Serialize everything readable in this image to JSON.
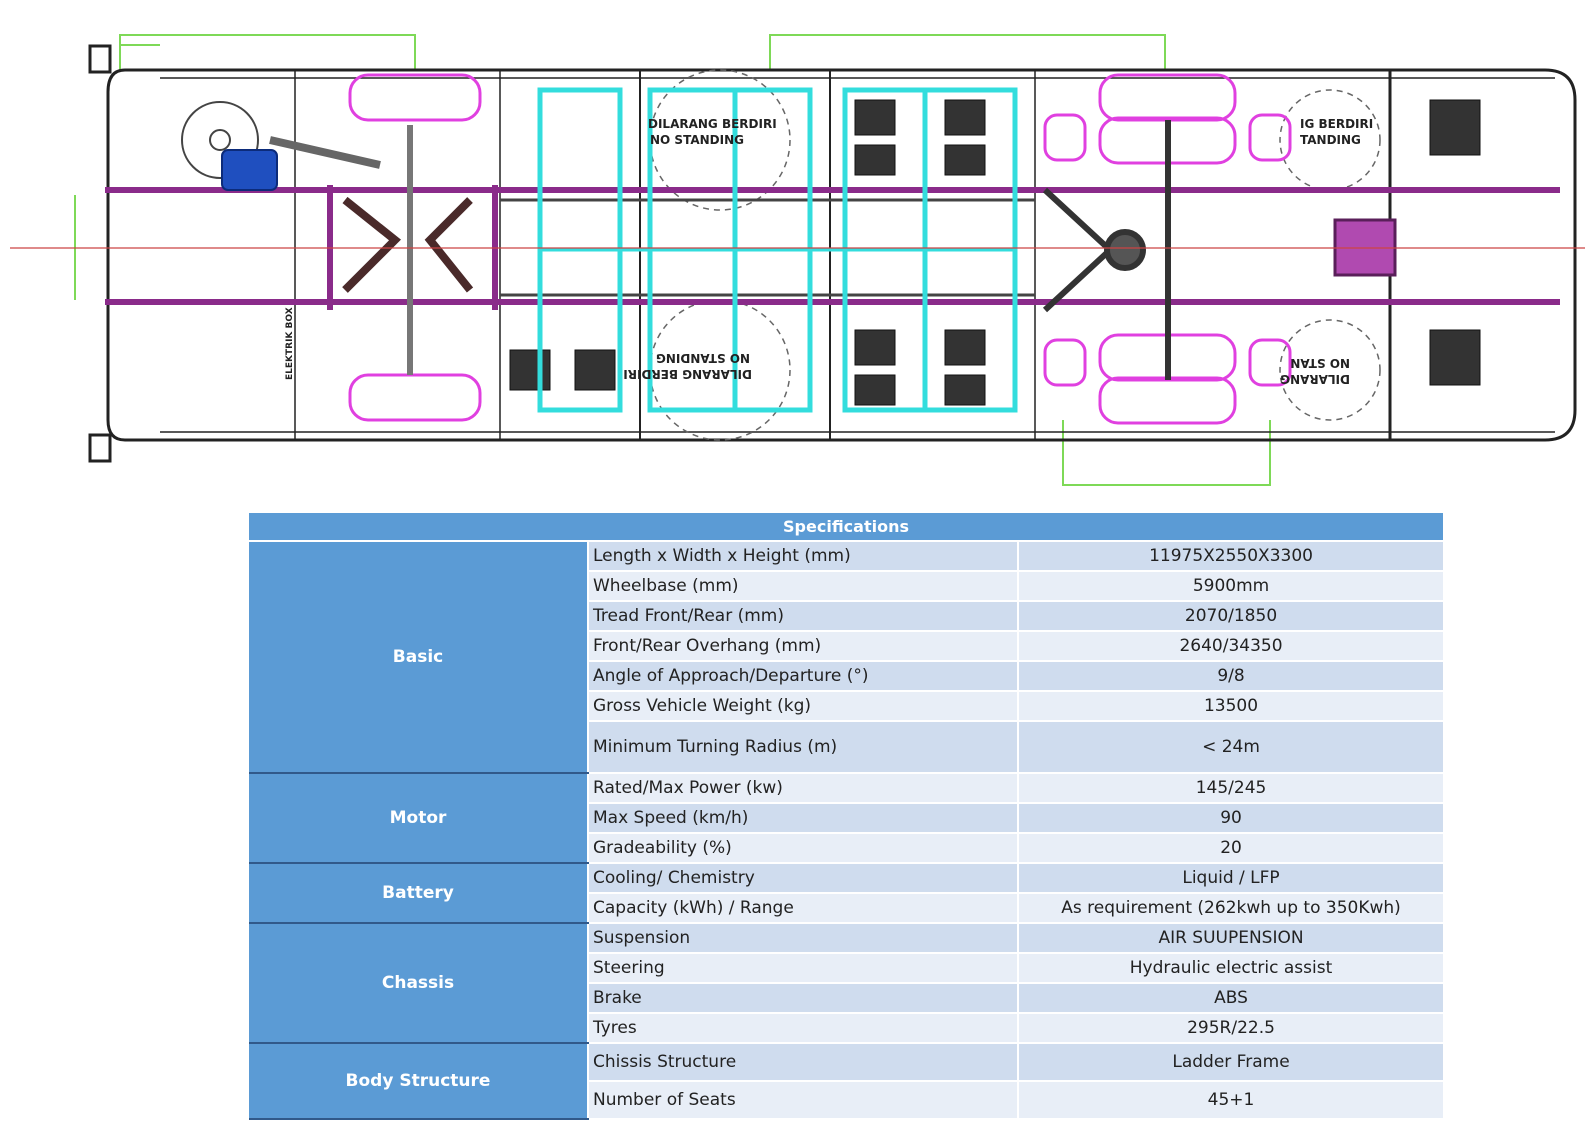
{
  "diagram": {
    "labels_upper": [
      "DILARANG BERDIRI",
      "NO STANDING"
    ],
    "labels_rear_upper": [
      "IG BERDIRI",
      "TANDING"
    ],
    "labels_lower": [
      "DILARANG BERDIRI",
      "NO STANDING"
    ],
    "labels_rear_lower": [
      "DILARANG",
      "NO STAN"
    ],
    "box_label": "ELEKTRIK BOX"
  },
  "table": {
    "title": "Specifications",
    "groups": [
      {
        "name": "Basic",
        "rows": [
          {
            "label": "Length x Width x Height (mm)",
            "value": "11975X2550X3300"
          },
          {
            "label": "Wheelbase  (mm)",
            "value": "5900mm"
          },
          {
            "label": "Tread Front/Rear  (mm)",
            "value": "2070/1850"
          },
          {
            "label": "Front/Rear Overhang  (mm)",
            "value": "2640/34350"
          },
          {
            "label": "Angle of Approach/Departure  (°)",
            "value": "9/8"
          },
          {
            "label": "Gross Vehicle Weight  (kg)",
            "value": "13500"
          },
          {
            "label": "Minimum Turning Radius  (m)",
            "value": "< 24m"
          }
        ]
      },
      {
        "name": "Motor",
        "rows": [
          {
            "label": "Rated/Max Power  (kw)",
            "value": "145/245"
          },
          {
            "label": "Max Speed  (km/h)",
            "value": "90"
          },
          {
            "label": "Gradeability  (%)",
            "value": "20"
          }
        ]
      },
      {
        "name": "Battery",
        "rows": [
          {
            "label": "Cooling/ Chemistry",
            "value": "Liquid / LFP"
          },
          {
            "label": "Capacity  (kWh) / Range",
            "value": "As requirement (262kwh up to 350Kwh)"
          }
        ]
      },
      {
        "name": "Chassis",
        "rows": [
          {
            "label": "Suspension",
            "value": "AIR SUUPENSION"
          },
          {
            "label": "Steering",
            "value": "Hydraulic electric assist"
          },
          {
            "label": "Brake",
            "value": "ABS"
          },
          {
            "label": "Tyres",
            "value": "295R/22.5"
          }
        ]
      },
      {
        "name": "Body Structure",
        "rows": [
          {
            "label": "Chissis Structure",
            "value": "Ladder Frame"
          },
          {
            "label": "Number of Seats",
            "value": "45+1"
          }
        ]
      }
    ]
  }
}
